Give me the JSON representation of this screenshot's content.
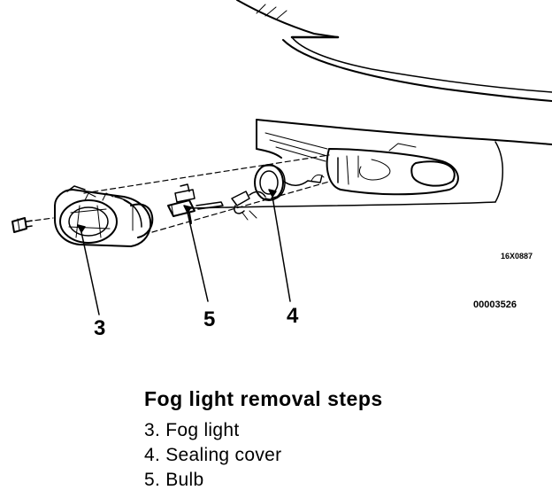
{
  "diagram": {
    "callouts": [
      "3",
      "5",
      "4"
    ],
    "figure_code": "16X0887",
    "document_code": "00003526"
  },
  "caption": {
    "title": "Fog light removal steps",
    "steps": [
      "3. Fog light",
      "4. Sealing cover",
      "5. Bulb"
    ]
  }
}
